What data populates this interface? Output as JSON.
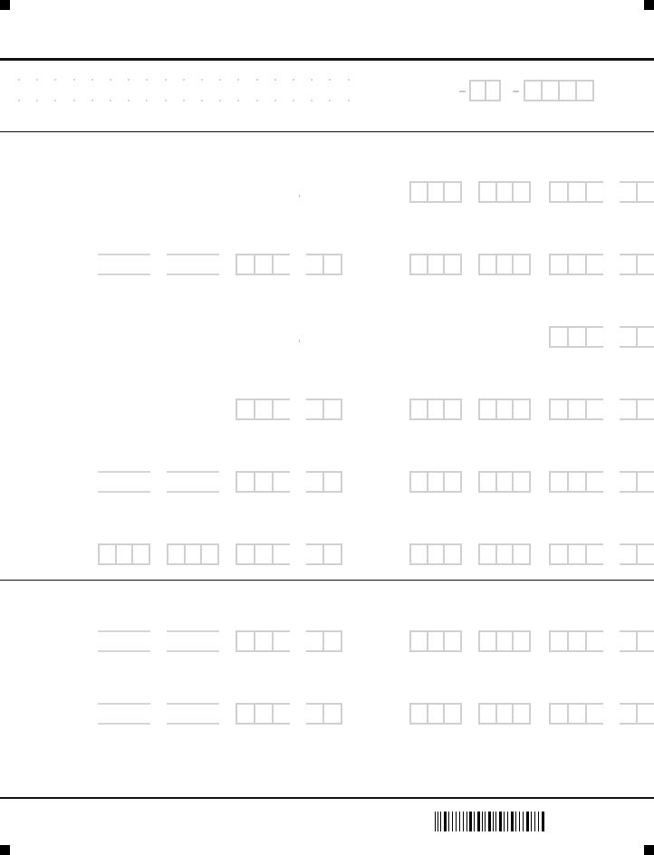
{
  "form": {
    "id_field": {
      "segments": [
        2,
        4
      ]
    },
    "section1_rows": [
      {
        "left": [
          "none",
          "none",
          "none",
          "none"
        ],
        "mark": true,
        "right": [
          "box",
          "box",
          "box",
          "box"
        ]
      },
      {
        "left": [
          "lines",
          "lines",
          "box",
          "box"
        ],
        "mark": false,
        "right": [
          "box",
          "box",
          "box",
          "box"
        ]
      },
      {
        "left": [
          "none",
          "none",
          "none",
          "none"
        ],
        "mark": true,
        "right": [
          "none",
          "none",
          "box",
          "box"
        ]
      },
      {
        "left": [
          "none",
          "none",
          "box",
          "box"
        ],
        "mark": false,
        "right": [
          "box",
          "box",
          "box",
          "box"
        ]
      },
      {
        "left": [
          "lines",
          "lines",
          "box",
          "box"
        ],
        "mark": false,
        "right": [
          "box",
          "box",
          "box",
          "box"
        ]
      },
      {
        "left": [
          "box",
          "box",
          "box",
          "box"
        ],
        "mark": false,
        "right": [
          "box",
          "box",
          "box",
          "box"
        ]
      }
    ],
    "section2_rows": [
      {
        "left": [
          "lines",
          "lines",
          "box",
          "box"
        ],
        "mark": false,
        "right": [
          "box",
          "box",
          "box",
          "box"
        ]
      },
      {
        "left": [
          "lines",
          "lines",
          "box",
          "box"
        ],
        "mark": false,
        "right": [
          "box",
          "box",
          "box",
          "box"
        ]
      }
    ]
  }
}
